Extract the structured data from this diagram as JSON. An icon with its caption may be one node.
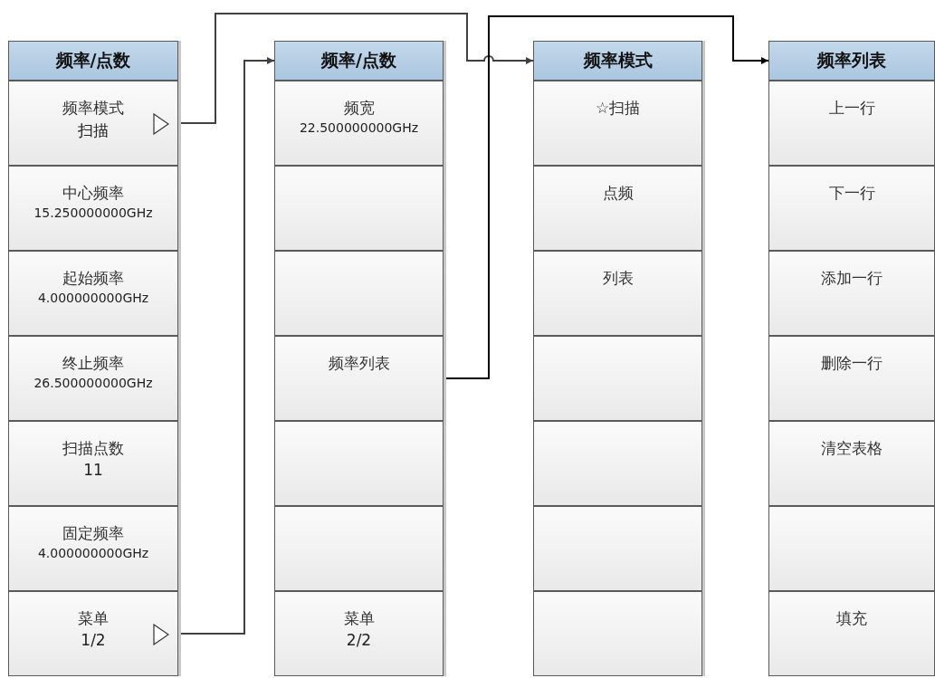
{
  "diagram": {
    "nodes": [
      {
        "text": [
          "频率/点数"
        ]
      },
      {
        "text": [
          "频率模式",
          "扫描"
        ]
      },
      {
        "text": [
          "中心频率",
          "15.250000000GHz"
        ]
      },
      {
        "text": [
          "起始频率",
          "4.000000000GHz"
        ]
      },
      {
        "text": [
          "终止频率",
          "26.500000000GHz"
        ]
      },
      {
        "text": [
          "扫描点数",
          "11"
        ]
      },
      {
        "text": [
          "固定频率",
          "4.000000000GHz"
        ]
      },
      {
        "text": [
          "菜单",
          "1/2"
        ]
      },
      {
        "text": [
          "频率/点数"
        ]
      },
      {
        "text": [
          "频宽",
          "22.500000000GHz"
        ]
      },
      {
        "text": [],
        "shape": "box"
      },
      {
        "text": [],
        "shape": "box"
      },
      {
        "text": [
          "频率列表"
        ]
      },
      {
        "text": [],
        "shape": "box"
      },
      {
        "text": [],
        "shape": "box"
      },
      {
        "text": [
          "菜单",
          "2/2"
        ]
      },
      {
        "text": [
          "频率模式"
        ]
      },
      {
        "text": [
          "☆扫描"
        ]
      },
      {
        "text": [
          "点频"
        ]
      },
      {
        "text": [
          "列表"
        ]
      },
      {
        "text": [],
        "shape": "box"
      },
      {
        "text": [],
        "shape": "box"
      },
      {
        "text": [],
        "shape": "box"
      },
      {
        "text": [],
        "shape": "box"
      },
      {
        "text": [
          "频率列表"
        ]
      },
      {
        "text": [
          "上一行"
        ]
      },
      {
        "text": [
          "下一行"
        ]
      },
      {
        "text": [
          "添加一行"
        ]
      },
      {
        "text": [
          "删除一行"
        ]
      },
      {
        "text": [
          "清空表格"
        ]
      },
      {
        "text": [],
        "shape": "box"
      },
      {
        "text": [
          "填充"
        ]
      }
    ],
    "edges": [
      {
        "from": 1,
        "to": 16,
        "arrow": "to"
      },
      {
        "from": 7,
        "to": 8,
        "arrow": "to"
      },
      {
        "from": 12,
        "to": 24,
        "arrow": "to",
        "color": "#000000"
      }
    ]
  }
}
